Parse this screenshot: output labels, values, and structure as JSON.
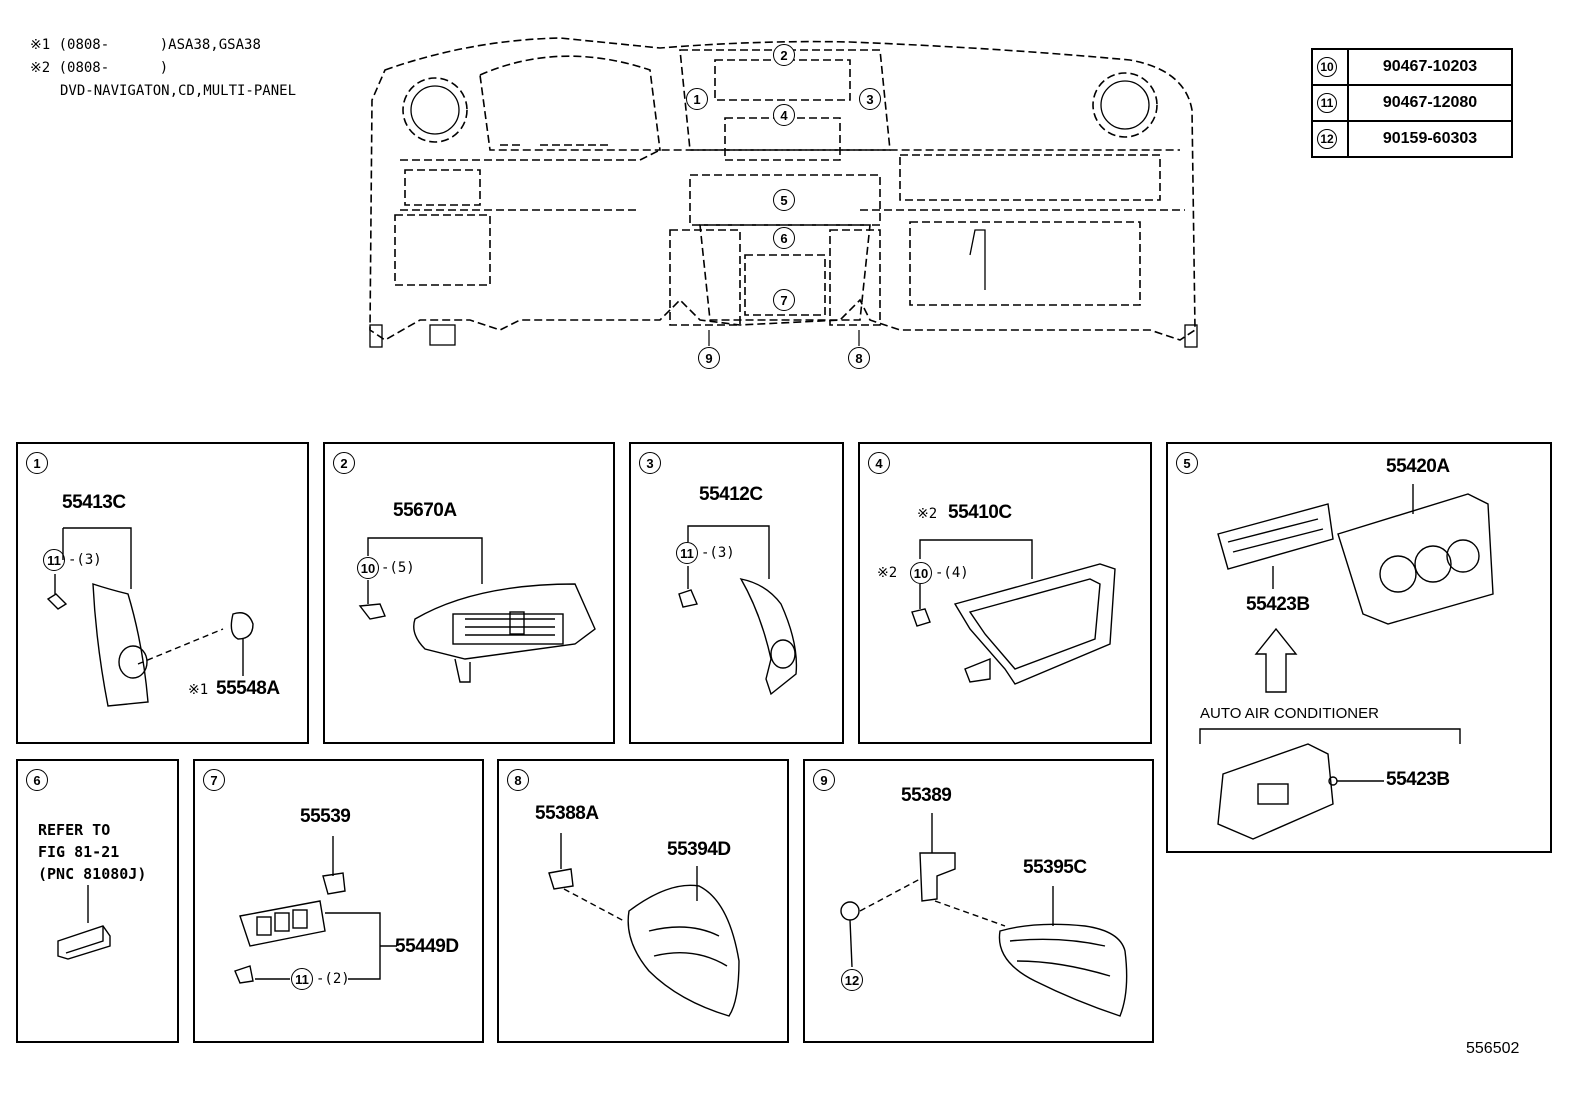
{
  "notes": {
    "note1": "※1 (0808-      )ASA38,GSA38",
    "note2": "※2 (0808-      )",
    "note2_detail": "DVD-NAVIGATON,CD,MULTI-PANEL"
  },
  "ref_table": [
    {
      "num": "10",
      "part": "90467-10203"
    },
    {
      "num": "11",
      "part": "90467-12080"
    },
    {
      "num": "12",
      "part": "90159-60303"
    }
  ],
  "overview_callouts": [
    "1",
    "2",
    "3",
    "4",
    "5",
    "6",
    "7",
    "8",
    "9"
  ],
  "panels": {
    "p1": {
      "num": "1",
      "main": "55413C",
      "clip_num": "11",
      "clip_qty": "-(3)",
      "sub_mark": "※1",
      "sub": "55548A"
    },
    "p2": {
      "num": "2",
      "main": "55670A",
      "clip_num": "10",
      "clip_qty": "-(5)"
    },
    "p3": {
      "num": "3",
      "main": "55412C",
      "clip_num": "11",
      "clip_qty": "-(3)"
    },
    "p4": {
      "num": "4",
      "main_mark": "※2",
      "main": "55410C",
      "clip_mark": "※2",
      "clip_num": "10",
      "clip_qty": "-(4)"
    },
    "p5": {
      "num": "5",
      "part_a": "55420A",
      "part_b": "55423B",
      "auto_label": "AUTO AIR CONDITIONER",
      "part_c": "55423B"
    },
    "p6": {
      "num": "6",
      "refer": "REFER TO\nFIG 81-21\n(PNC 81080J)"
    },
    "p7": {
      "num": "7",
      "part_a": "55539",
      "part_b": "55449D",
      "clip_num": "11",
      "clip_qty": "-(2)"
    },
    "p8": {
      "num": "8",
      "part_a": "55388A",
      "part_b": "55394D"
    },
    "p9": {
      "num": "9",
      "part_a": "55389",
      "part_b": "55395C",
      "screw_num": "12"
    }
  },
  "figure_id": "556502"
}
